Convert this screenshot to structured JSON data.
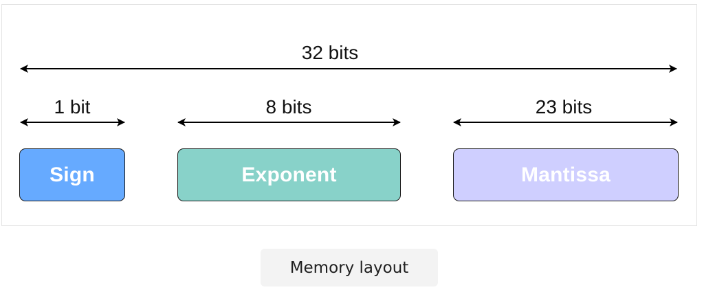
{
  "diagram": {
    "total": {
      "label": "32 bits"
    },
    "fields": [
      {
        "label": "Sign",
        "width_label": "1 bit",
        "color": "#66aaff"
      },
      {
        "label": "Exponent",
        "width_label": "8 bits",
        "color": "#88d2c9"
      },
      {
        "label": "Mantissa",
        "width_label": "23 bits",
        "color": "#cfcfff"
      }
    ],
    "arrow_color": "#000000",
    "border_color": "#1a1a1a"
  },
  "caption": "Memory layout"
}
